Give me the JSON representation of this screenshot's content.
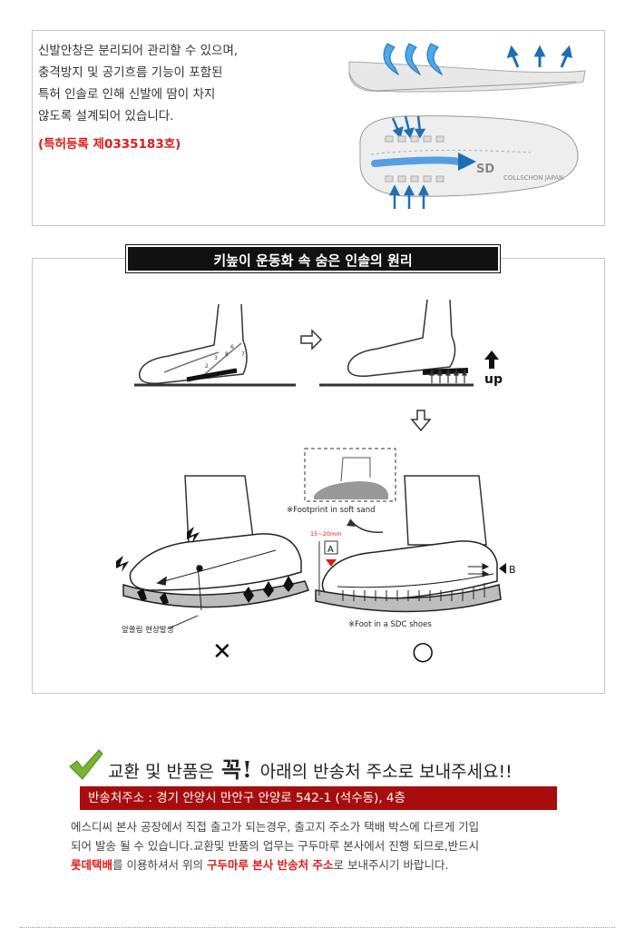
{
  "intro": {
    "lines": [
      "신발안창은 분리되어 관리할 수 있으며,",
      "충격방지 및 공기흐름 기능이 포함된",
      "특허 인솔로 인해 신발에 땀이 차지",
      "않도록 설계되어 있습니다."
    ],
    "patent": "(특허등록 제0335183호)",
    "insole_marks": [
      "SD",
      "COLLSCHON JAPAN"
    ]
  },
  "principle": {
    "title": "키높이 운동화 속 숨은 인솔의 원리",
    "up_label": "up",
    "bone_numbers": [
      "2",
      "3",
      "6",
      "7",
      "8"
    ],
    "footprint_caption": "※Footprint in soft sand",
    "measure_label": "15~20mm",
    "a_label": "A",
    "b_label": "B",
    "slip_caption": "앞쏠림 현상발생",
    "sdc_caption": "※Foot in a SDC shoes",
    "bad_mark": "✕",
    "good_mark": "○"
  },
  "shipping": {
    "check_icon": "check-icon",
    "title_pre": "교환 및 반품은",
    "title_emph": "꼭!",
    "title_post": "아래의 반송처 주소로 보내주세요!!",
    "address": "반송처주소 : 경기 안양시 만안구 안양로 542-1 (석수동), 4층",
    "notice_1": "에스디씨 본사 공장에서 직접 출고가 되는경우, 출고지 주소가 택배 박스에 다르게 기입",
    "notice_2": "되어 발송 될 수 있습니다.교환및 반품의 업무는 구두마루 본사에서 진행 되므로,반드시",
    "notice_courier": "롯데택배",
    "notice_3": "를 이용하셔서 위의",
    "notice_addr": "구두마루 본사 반송처 주소",
    "notice_4": "로 보내주시기 바랍니다."
  },
  "colors": {
    "red": "#e01a1a",
    "address_bg": "#a80d0d",
    "title_bg": "#111111",
    "arrow_blue": "#2a7de1"
  }
}
